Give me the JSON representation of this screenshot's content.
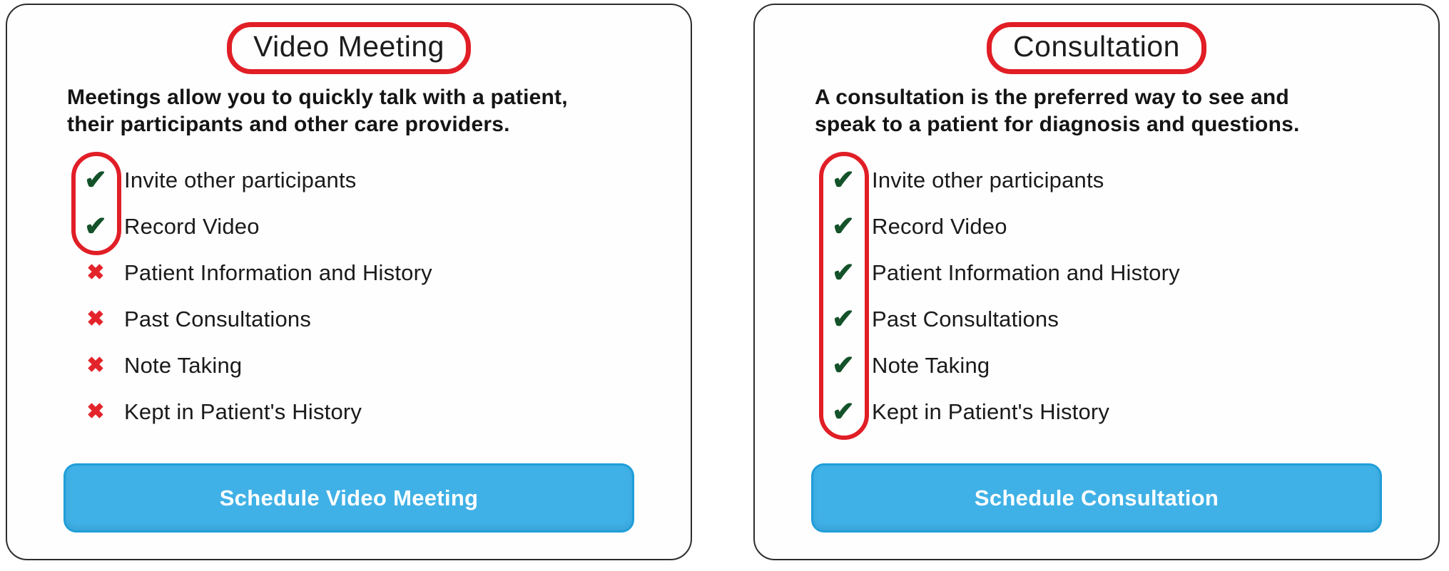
{
  "colors": {
    "annotation_red": "#e11e26",
    "check_green": "#14522a",
    "cross_red": "#e3242b",
    "button_blue": "#40b1e6",
    "button_border_blue": "#1f9ed8",
    "card_border": "#2d2d2d",
    "text": "#161616"
  },
  "icons": {
    "check": "check-icon",
    "cross": "cross-icon"
  },
  "cards": [
    {
      "title": "Video Meeting",
      "description_lines": [
        "Meetings allow you to quickly talk with a patient,",
        "their participants and other care providers."
      ],
      "features": [
        {
          "label": "Invite other participants",
          "status": "check"
        },
        {
          "label": "Record Video",
          "status": "check"
        },
        {
          "label": "Patient Information and History",
          "status": "cross"
        },
        {
          "label": "Past Consultations",
          "status": "cross"
        },
        {
          "label": "Note Taking",
          "status": "cross"
        },
        {
          "label": "Kept in Patient's History",
          "status": "cross"
        }
      ],
      "button_label": "Schedule Video Meeting",
      "annotation": {
        "title_circled": true,
        "circled_check_rows": 2
      }
    },
    {
      "title": "Consultation",
      "description_lines": [
        "A consultation is the preferred way to see and",
        "speak to a patient for diagnosis and questions."
      ],
      "features": [
        {
          "label": "Invite other participants",
          "status": "check"
        },
        {
          "label": "Record Video",
          "status": "check"
        },
        {
          "label": "Patient Information and History",
          "status": "check"
        },
        {
          "label": "Past Consultations",
          "status": "check"
        },
        {
          "label": "Note Taking",
          "status": "check"
        },
        {
          "label": "Kept in Patient's History",
          "status": "check"
        }
      ],
      "button_label": "Schedule Consultation",
      "annotation": {
        "title_circled": true,
        "circled_check_rows": 6
      }
    }
  ]
}
